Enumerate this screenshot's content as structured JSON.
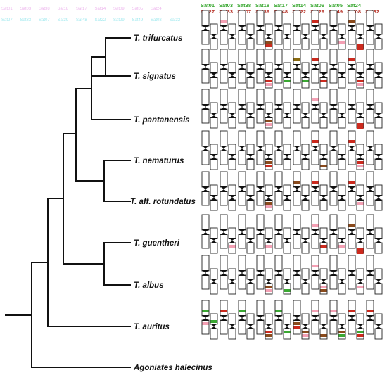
{
  "sat_header": {
    "green_row": [
      "Sat01",
      "Sat03",
      "Sat38",
      "Sat18",
      "Sat17",
      "Sat14",
      "Sat09",
      "Sat05",
      "Sat24"
    ],
    "red_row": [
      "Sat27",
      "Sat33",
      "Sat07",
      "Sat39",
      "Sat48",
      "Sat22",
      "Sat29",
      "Sat49",
      "Sat08",
      "Sat32"
    ]
  },
  "faint_row_1": [
    "Sat01",
    "Sat03",
    "Sat38",
    "Sat18",
    "Sat17",
    "Sat14",
    "Sat09",
    "Sat05",
    "Sat24"
  ],
  "faint_row_2": [
    "Sat27",
    "Sat33",
    "Sat07",
    "Sat39",
    "Sat48",
    "Sat22",
    "Sat29",
    "Sat49",
    "Sat08",
    "Sat32"
  ],
  "species": [
    {
      "name": "T. trifurcatus"
    },
    {
      "name": "T. signatus"
    },
    {
      "name": "T. pantanensis"
    },
    {
      "name": "T. nematurus"
    },
    {
      "name": "T. aff. rotundatus"
    },
    {
      "name": "T. guentheri"
    },
    {
      "name": "T. albus"
    },
    {
      "name": "T. auritus"
    },
    {
      "name": "Agoniates halecinus"
    }
  ],
  "colors": {
    "green": "#3aa832",
    "red": "#cc2a1e",
    "brown": "#8a4a1c",
    "olive": "#8a6a10",
    "pink": "#f4a0b4",
    "tree": "#111111"
  }
}
